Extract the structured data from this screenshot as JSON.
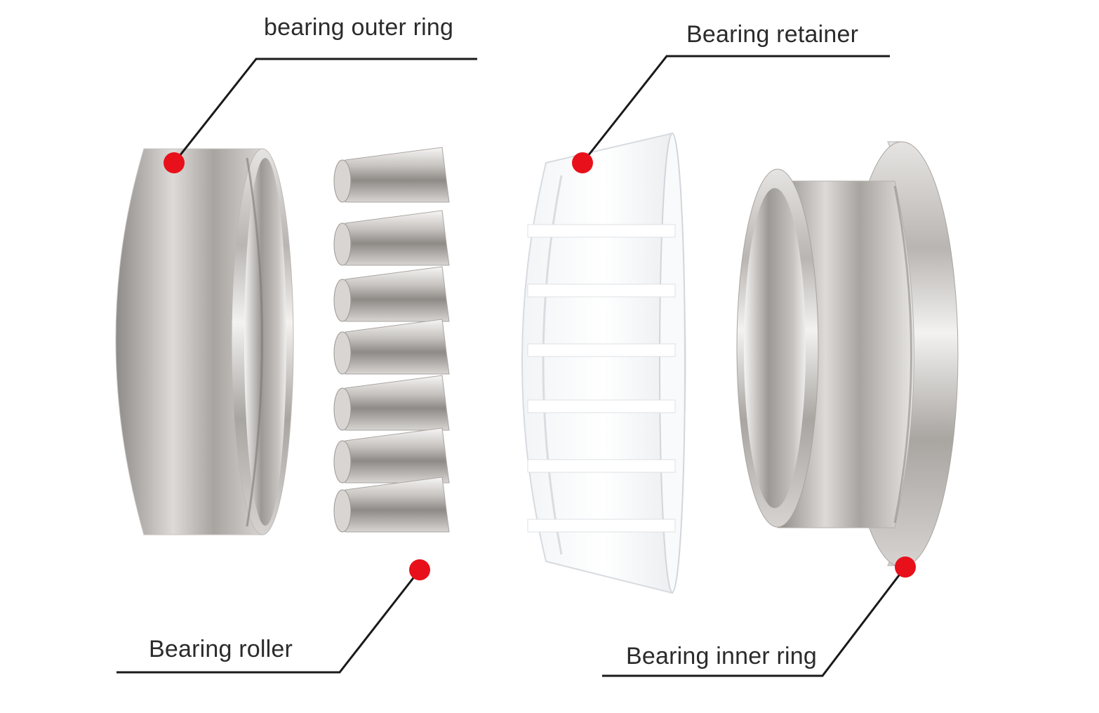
{
  "diagram": {
    "labels": {
      "outer_ring": "bearing outer ring",
      "retainer": "Bearing retainer",
      "roller": "Bearing roller",
      "inner_ring": "Bearing inner ring"
    },
    "colors": {
      "marker": "#e8101a",
      "leader_line": "#1a1a1a",
      "steel_light": "#eeeeee",
      "steel_mid": "#c9c6c4",
      "steel_dark": "#8f8b88",
      "cage": "#f4f6f8"
    }
  }
}
